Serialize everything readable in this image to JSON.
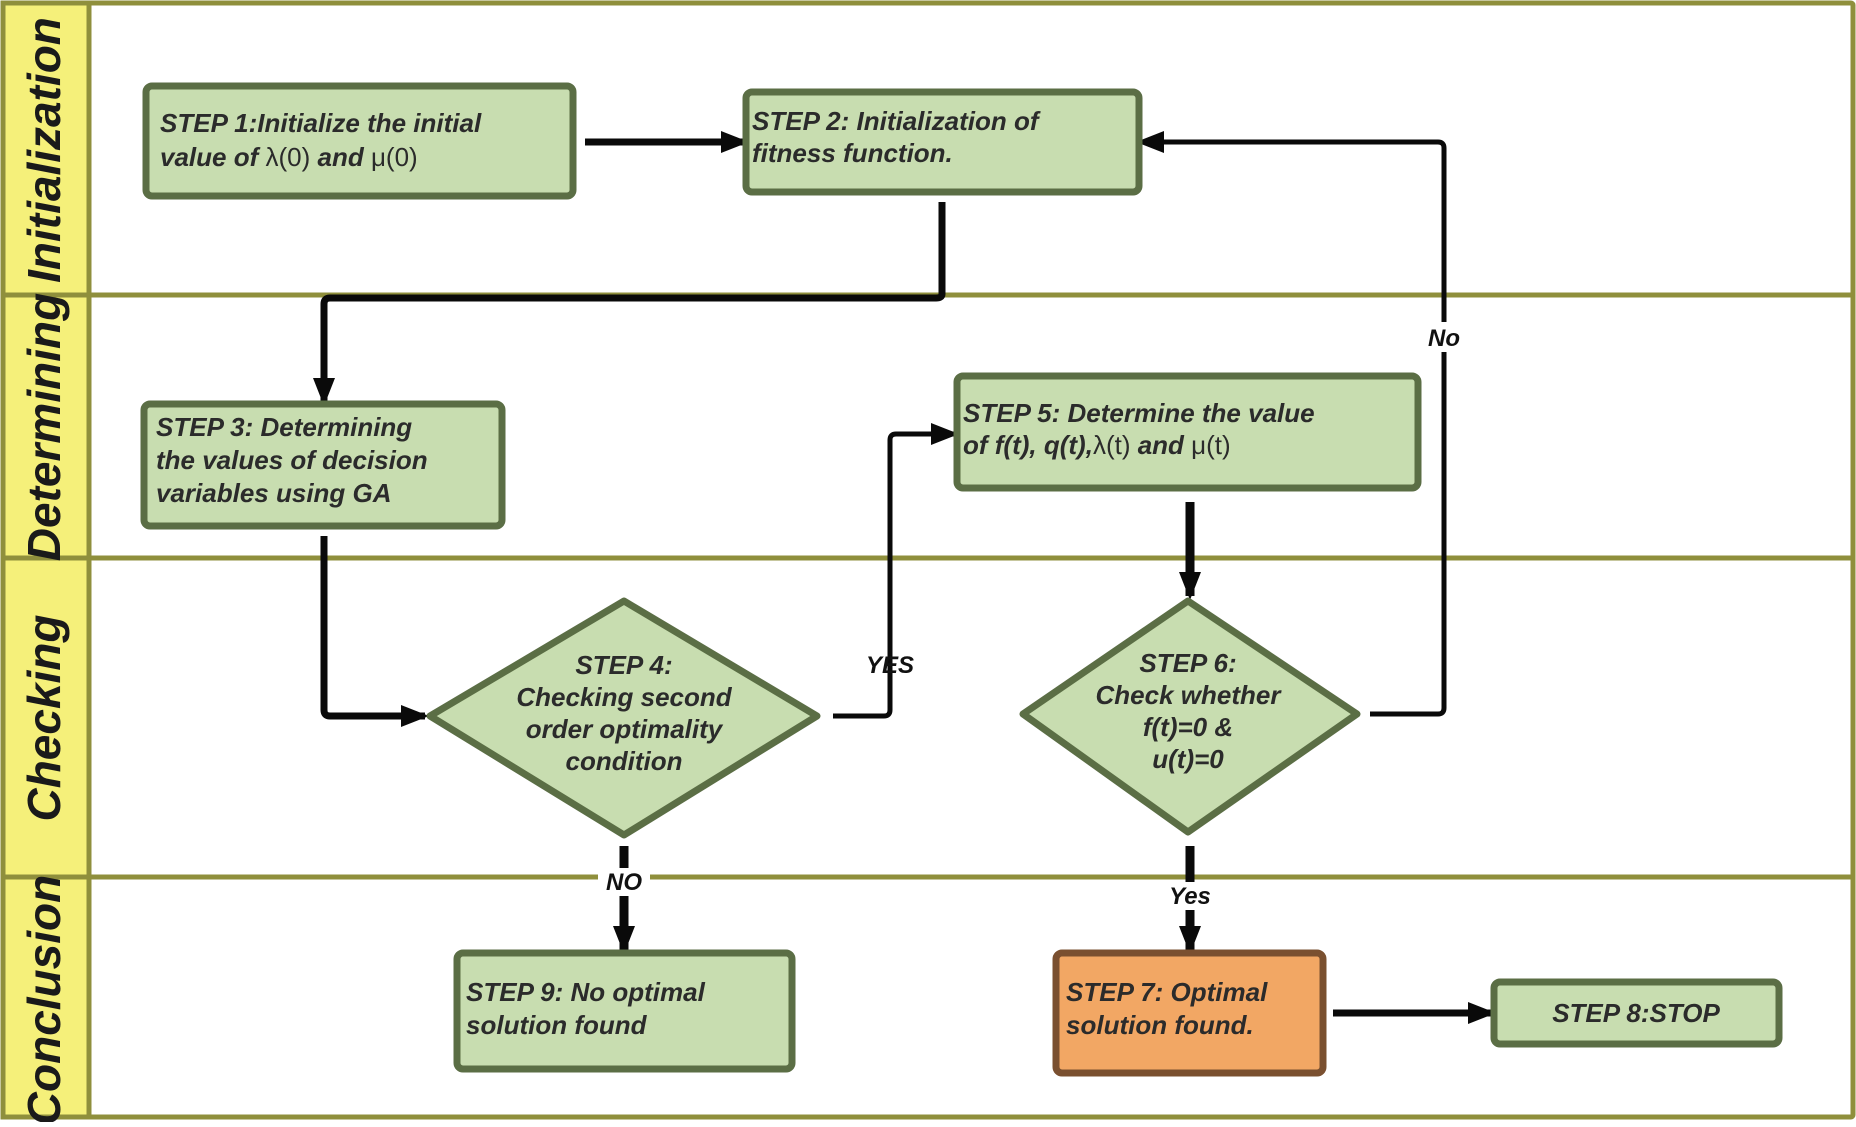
{
  "lanes": [
    {
      "label": "Initialization"
    },
    {
      "label": "Determining"
    },
    {
      "label": "Checking"
    },
    {
      "label": "Conclusion"
    }
  ],
  "steps": {
    "s1": {
      "line1": "STEP 1:Initialize the initial",
      "line2_pre": "value of ",
      "lambda0": "λ(0)",
      "and": " and ",
      "mu0": "μ(0)"
    },
    "s2": {
      "line1": "STEP 2: Initialization of",
      "line2": "fitness function."
    },
    "s3": {
      "line1": "STEP 3: Determining",
      "line2": "the values of decision",
      "line3": "variables using GA"
    },
    "s4": {
      "line1": "STEP 4:",
      "line2": "Checking second",
      "line3": "order optimality",
      "line4": "condition"
    },
    "s5": {
      "line1": "STEP 5: Determine the value",
      "line2_pre": "of f(t), q(t),",
      "lambdat": "λ(t)",
      "and": " and ",
      "mut": "μ(t)"
    },
    "s6": {
      "line1": "STEP 6:",
      "line2": "Check whether",
      "line3": "f(t)=0 &",
      "line4": "u(t)=0"
    },
    "s7": {
      "line1": "STEP 7: Optimal",
      "line2": "solution found."
    },
    "s8": {
      "line1": "STEP 8:STOP"
    },
    "s9": {
      "line1": "STEP 9: No optimal",
      "line2": "solution found"
    }
  },
  "edge_labels": {
    "no_upper": "No",
    "yes_step4": "YES",
    "no_step4": "NO",
    "yes_step6": "Yes"
  },
  "colors": {
    "lane_header": "#f5f07a",
    "lane_border": "#8f8f3c",
    "box_fill": "#c8ddb0",
    "box_border": "#5b6e45",
    "highlight_fill": "#f2a764",
    "highlight_border": "#7a5030",
    "arrow": "#0a0a0a"
  }
}
